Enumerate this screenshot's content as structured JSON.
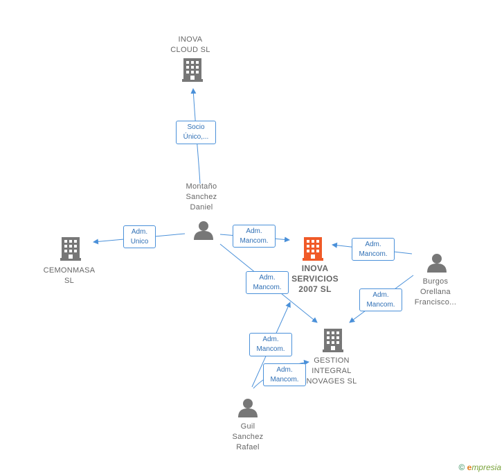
{
  "nodes": {
    "inova_cloud": {
      "label": "INOVA\nCLOUD  SL"
    },
    "montano": {
      "label": "Montaño\nSanchez\nDaniel"
    },
    "cemonmasa": {
      "label": "CEMONMASA\nSL"
    },
    "inova_servicios": {
      "label": "INOVA\nSERVICIOS\n2007 SL"
    },
    "burgos": {
      "label": "Burgos\nOrellana\nFrancisco..."
    },
    "gestion": {
      "label": "GESTION\nINTEGRAL\nNOVAGES SL"
    },
    "guil": {
      "label": "Guil\nSanchez\nRafael"
    }
  },
  "edge_labels": {
    "socio_unico": "Socio\nÚnico,...",
    "adm_unico": "Adm.\nUnico",
    "adm_mancom_1": "Adm.\nMancom.",
    "adm_mancom_2": "Adm.\nMancom.",
    "adm_mancom_3": "Adm.\nMancom.",
    "adm_mancom_4": "Adm.\nMancom.",
    "adm_mancom_5": "Adm.\nMancom.",
    "adm_mancom_6": "Adm.\nMancom."
  },
  "colors": {
    "company": "#777777",
    "focus_company": "#f05a28",
    "person": "#777777",
    "edge": "#4a90d9"
  },
  "footer": {
    "copyright": "©",
    "brand_e": "e",
    "brand_rest": "mpresia"
  }
}
